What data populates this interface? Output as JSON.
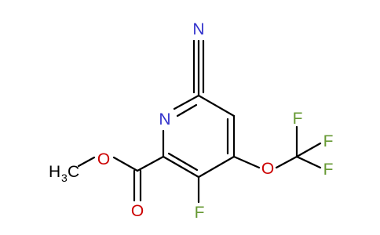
{
  "molecule": {
    "atoms": {
      "cyano_N": "N",
      "ring_N": "N",
      "ester_O": "O",
      "carbonyl_O": "O",
      "ether_O": "O",
      "ring_F": "F",
      "cf3_F_top": "F",
      "cf3_F_right": "F",
      "cf3_F_bottom": "F",
      "methyl_H": "H",
      "methyl_sub": "3",
      "methyl_C": "C"
    },
    "colors": {
      "bond": "#000000",
      "nitrogen": "#3333cc",
      "oxygen": "#cc0000",
      "fluorine": "#669933",
      "carbon": "#000000"
    }
  }
}
